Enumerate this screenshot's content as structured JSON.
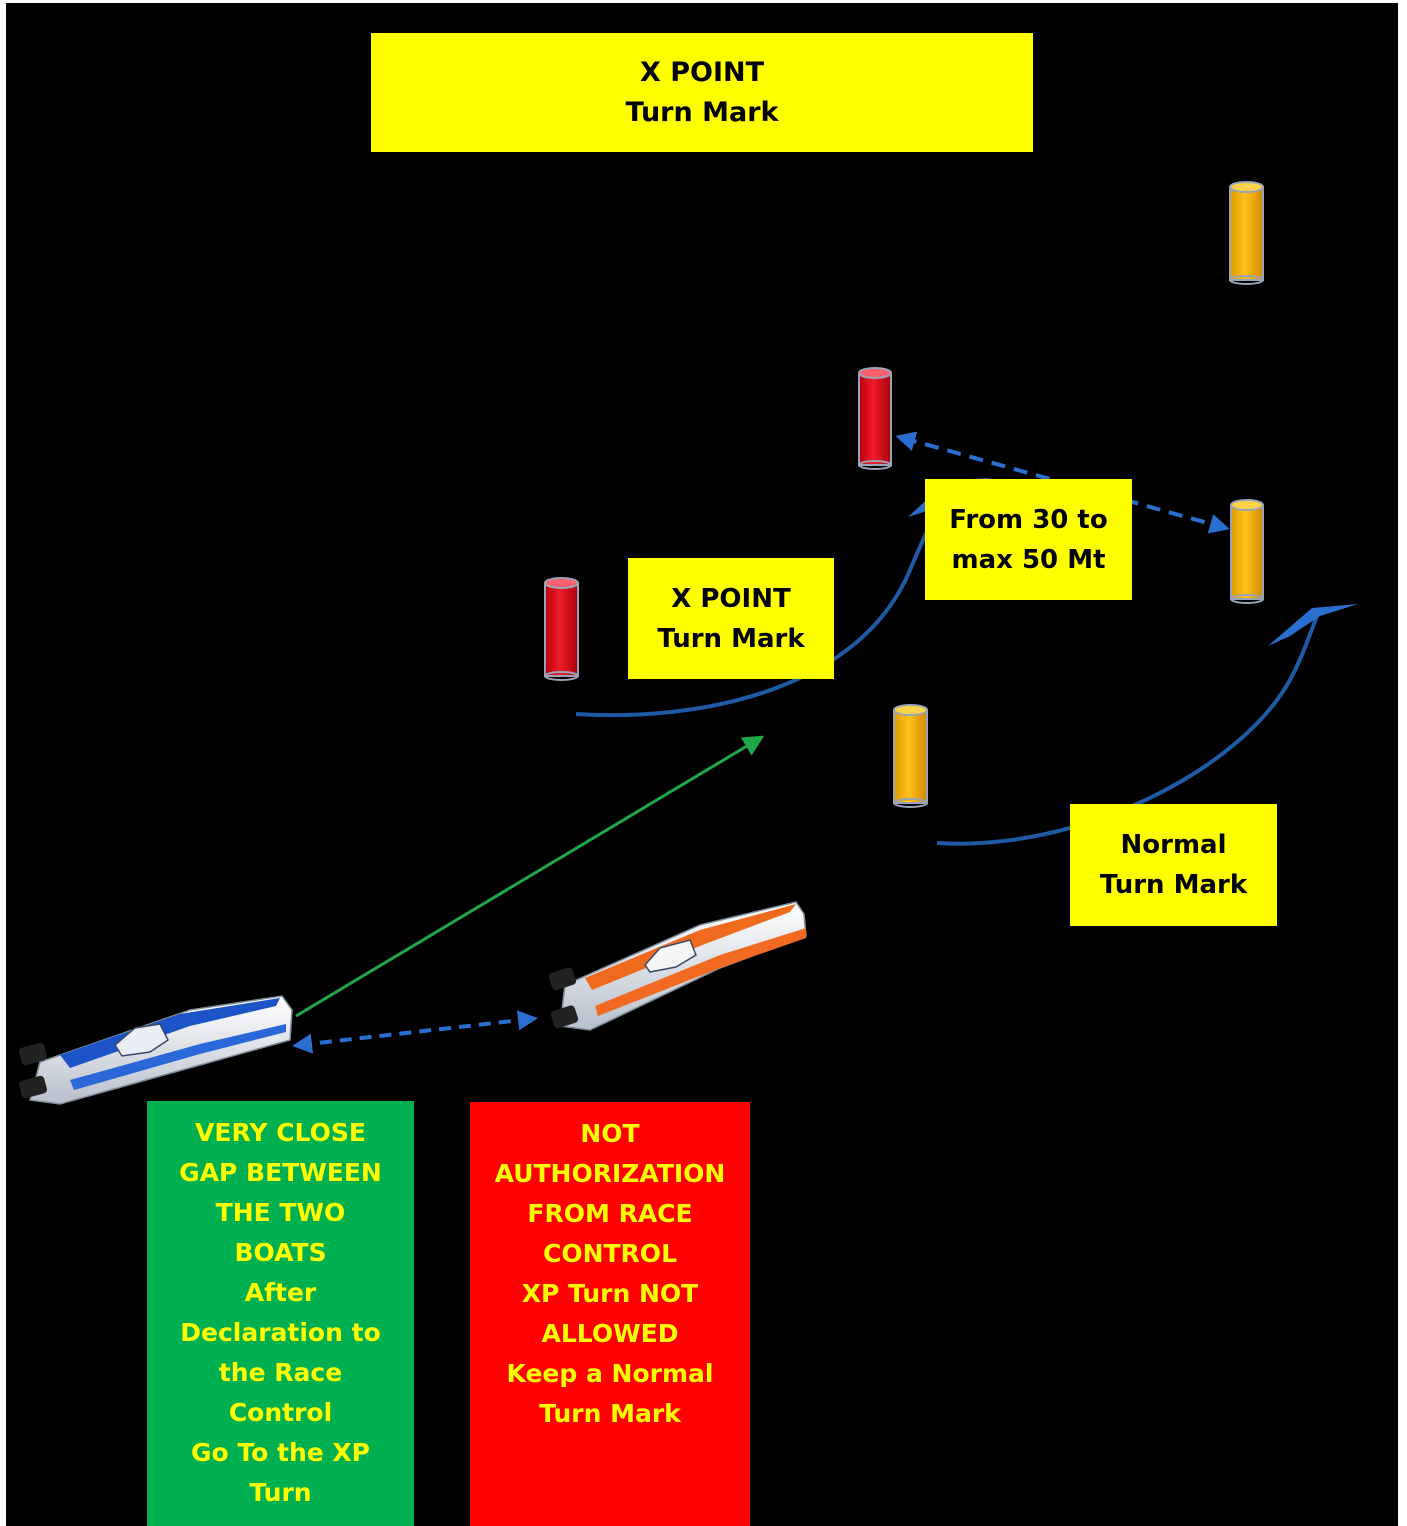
{
  "title_box": {
    "lines": [
      "X POINT",
      "Turn Mark"
    ]
  },
  "xpoint_label": {
    "lines": [
      "X POINT",
      "Turn Mark"
    ]
  },
  "distance_label": {
    "lines": [
      "From 30 to",
      "max 50 Mt"
    ]
  },
  "normal_label": {
    "lines": [
      "Normal",
      "Turn Mark"
    ]
  },
  "green_box": {
    "lines": [
      "VERY CLOSE",
      "GAP BETWEEN",
      "THE TWO",
      "BOATS",
      "After",
      "Declaration to",
      "the Race",
      "Control",
      "Go To the XP",
      "Turn"
    ]
  },
  "red_box": {
    "lines": [
      "NOT",
      "AUTHORIZATION",
      "FROM RACE",
      "CONTROL",
      "XP Turn NOT",
      "ALLOWED",
      "Keep a Normal",
      "Turn Mark"
    ]
  },
  "colors": {
    "background": "#000000",
    "label_yellow": "#ffff00",
    "buoy_red": "#e8141e",
    "buoy_orange": "#f5b400",
    "path_blue": "#1f5aa6",
    "arrow_green": "#1ea84a",
    "box_green": "#00b050",
    "box_red": "#ff0000"
  },
  "icons": {
    "buoys": [
      "red-buoy",
      "red-buoy",
      "orange-buoy",
      "orange-buoy",
      "orange-buoy"
    ],
    "boats": [
      "blue-powerboat",
      "orange-powerboat"
    ]
  }
}
